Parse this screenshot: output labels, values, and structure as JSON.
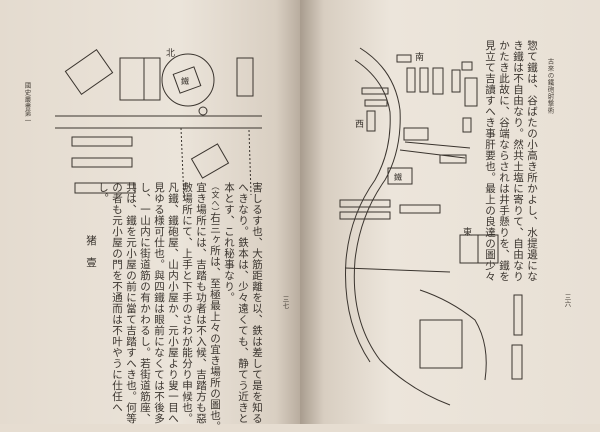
{
  "left_page": {
    "header": "國史叢書第一",
    "page_number": "三七",
    "map_labels": {
      "north": "北",
      "building": "鐵"
    },
    "columns": [
      "害しるす也、大筋距離を以、鉄は差して是を知る",
      "へきなり。鉄本は、少々遠くても、静てう近きと",
      "本とす、これ秘事なり。",
      "（文へ）",
      "右三ヶ所は、至極最上々の宜き場所の圖也。",
      "宜き場所には、吉踏も功者は不入候、吉踏方も惡",
      "敷場所にて、上手と下手のさわが能分り申候也。",
      "凡鐵、鐵砲屋、山内小屋か、元小屋より叟一目へ",
      "見ゆる様可仕也。與四鐵は眼前になくては不後多",
      "し、一山内に街道筋の有かわるし。若街道筋座、",
      "共は、鐵を元小屋の前に當て吉踏すへき也。何等",
      "の者も元小屋の門を不通而は不叶やうに仕任へ",
      "し。"
    ],
    "note": "猪　壹"
  },
  "right_page": {
    "header": "古來の鐵砲射撃術",
    "page_number": "三六",
    "map_labels": {
      "south": "南",
      "east": "東",
      "west": "西",
      "building": "鐵"
    },
    "columns": [
      "惣て鐵は、谷ばたの小高き所かよし、水提邊にな",
      "き鐵は不自由なり。然共土塩に寄りて、自由なり",
      "かたき此故に、谷端ならされは井手懸りを、鐵を",
      "見立て吉讀すへき事肝要也。最上の良達の圖少々"
    ]
  }
}
